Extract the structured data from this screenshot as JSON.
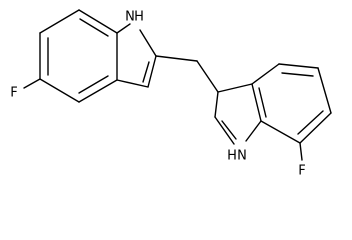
{
  "structure": {
    "atoms": {
      "nh_top": "H",
      "n_top": "N",
      "f_left": "F",
      "nh_bottom": "H",
      "n_bottom": "N",
      "f_bottom": "F"
    }
  }
}
